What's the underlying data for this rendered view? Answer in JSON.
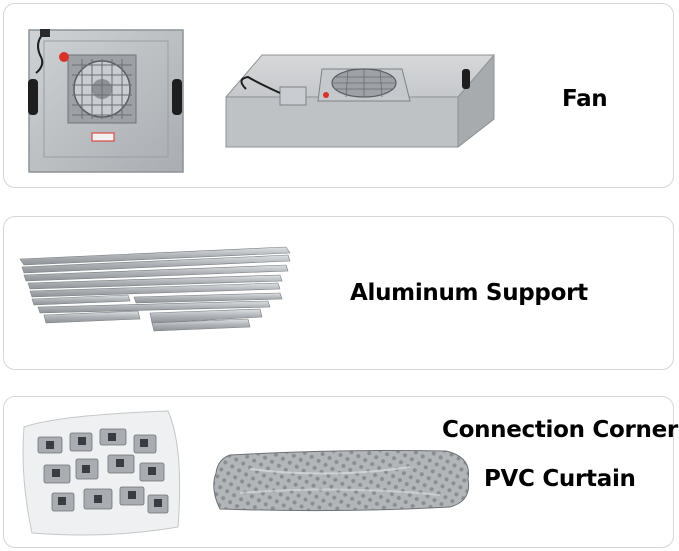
{
  "panels": [
    {
      "label": "Fan"
    },
    {
      "label": "Aluminum Support"
    },
    {
      "labels": [
        "Connection Corner",
        "PVC Curtain"
      ]
    }
  ],
  "colors": {
    "border": "#d6d6d6",
    "metal": "#b9bcbf",
    "metal_dark": "#8e9296",
    "handle": "#1e1e1e",
    "warning": "#d8322a",
    "text": "#000000"
  },
  "icons": [
    "fan-unit-icon",
    "fan-box-icon",
    "aluminum-profiles-icon",
    "hardware-bag-icon",
    "pvc-curtain-roll-icon"
  ]
}
